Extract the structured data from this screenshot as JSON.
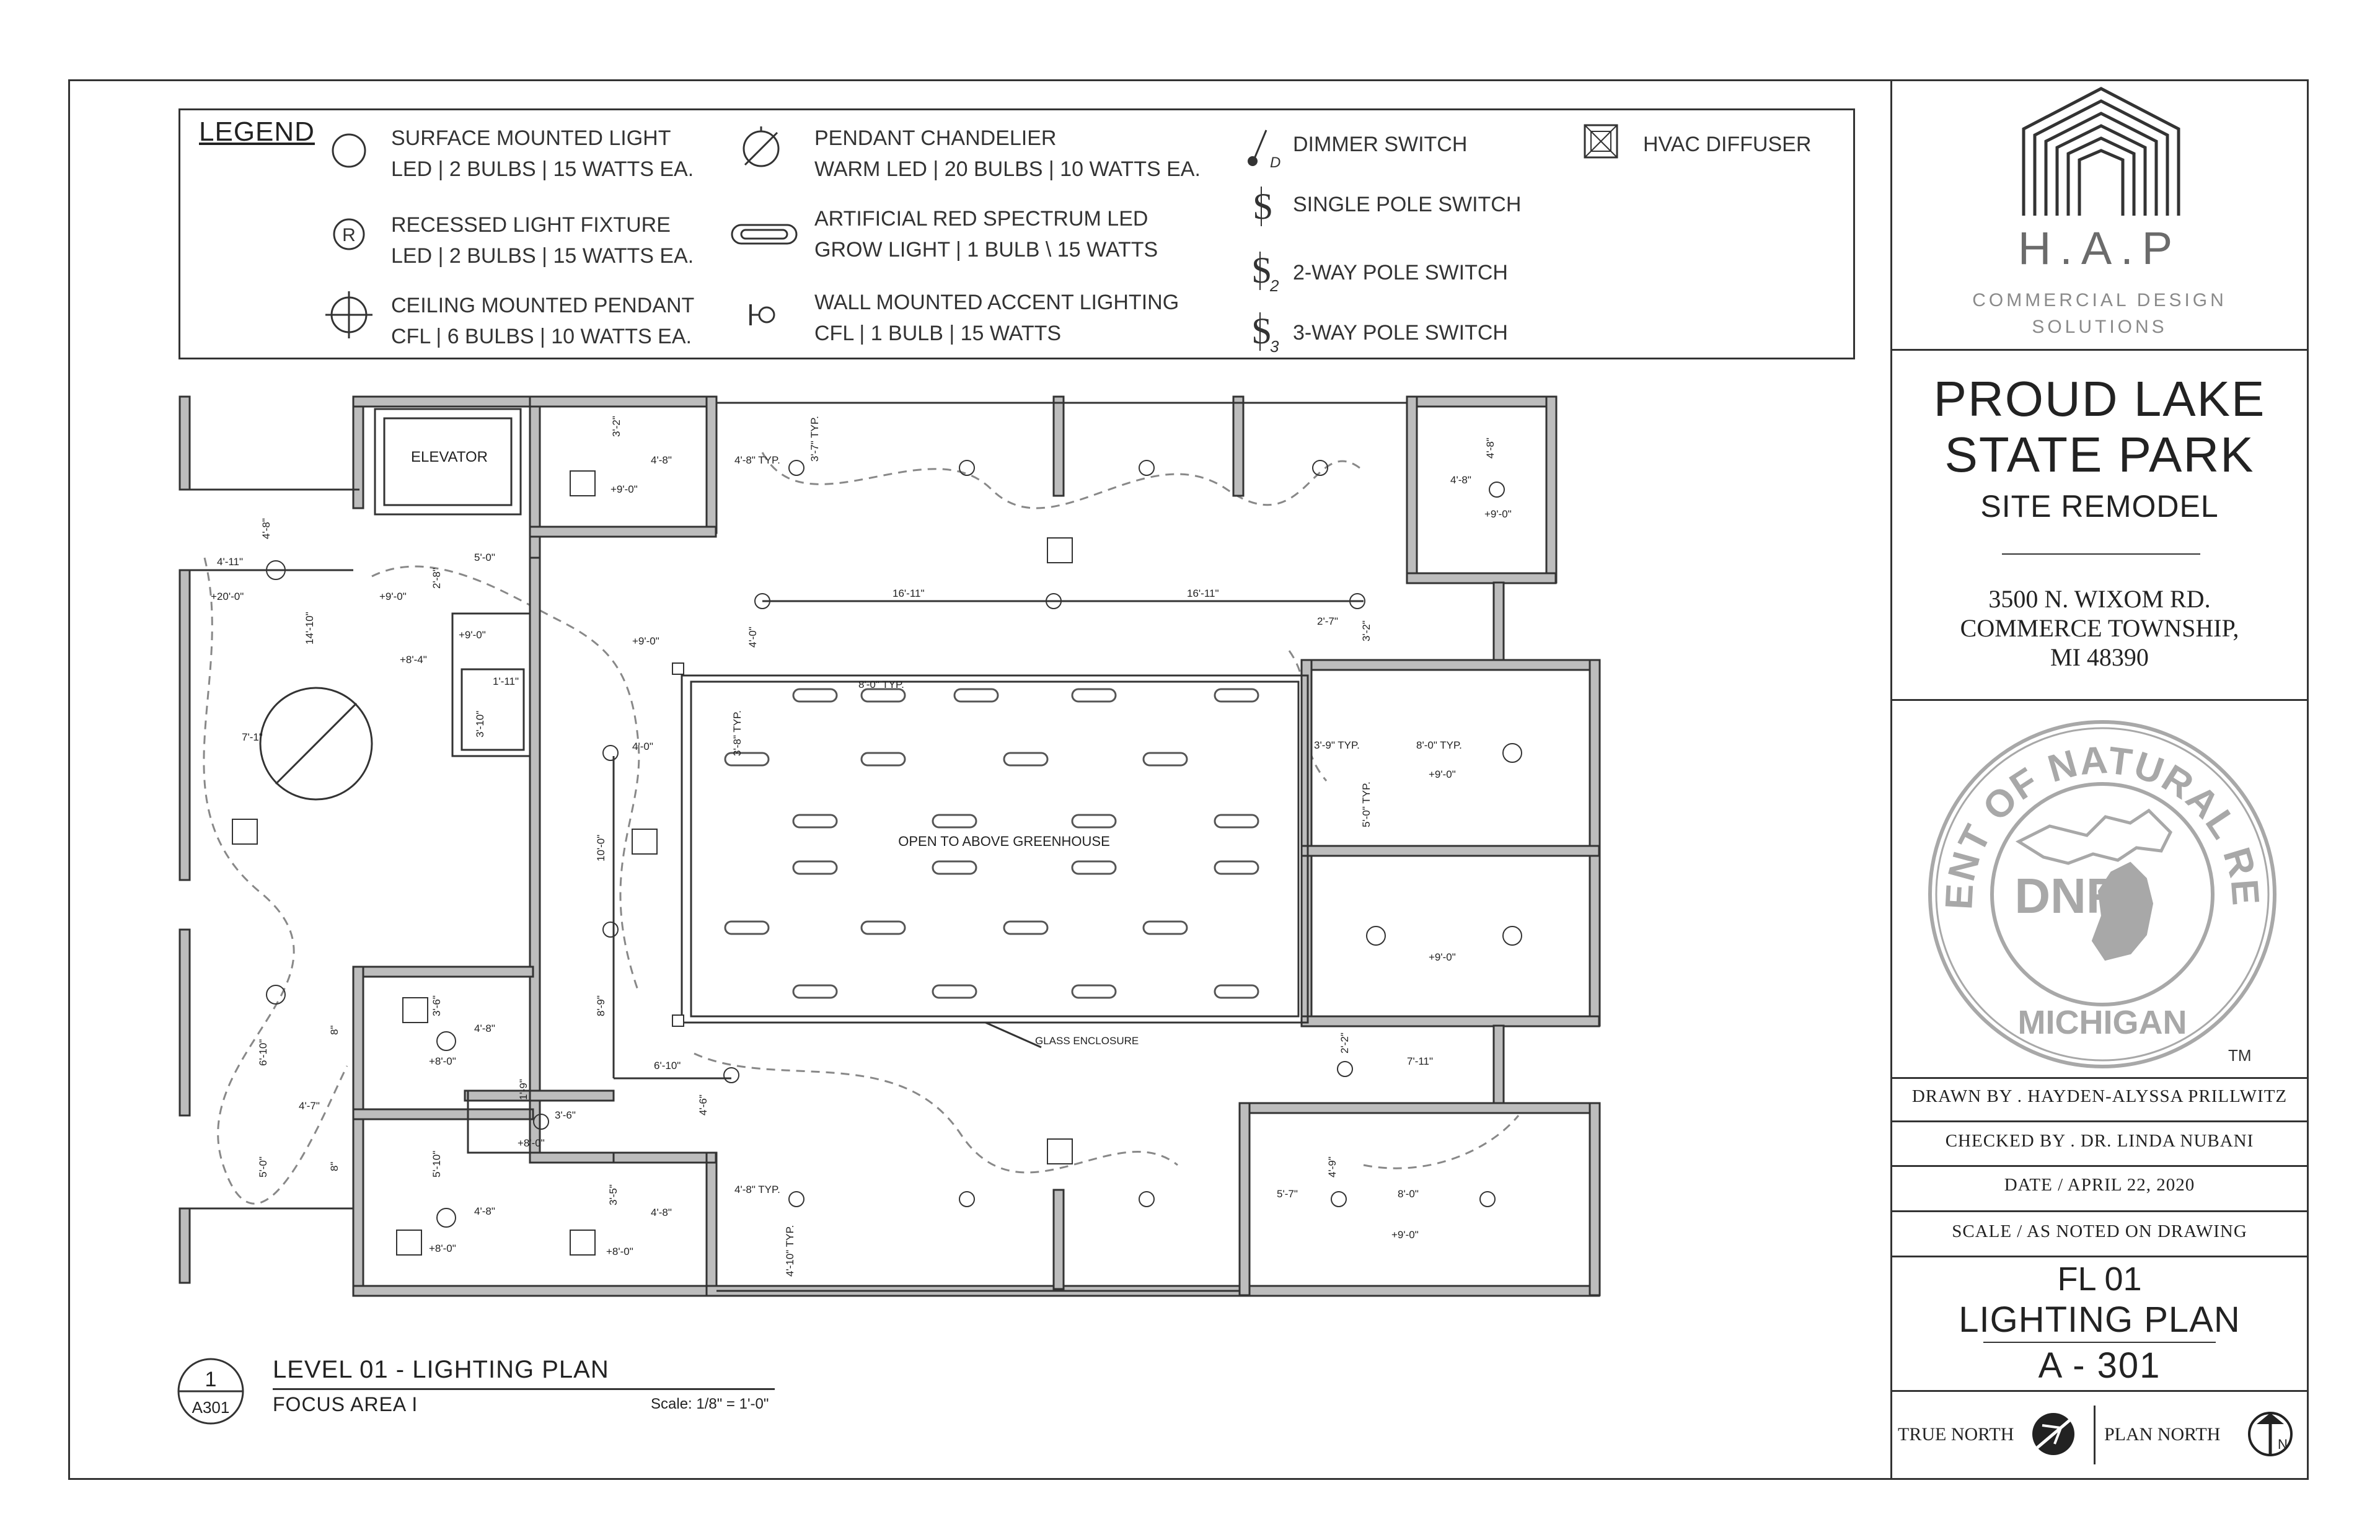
{
  "legend": {
    "title": "LEGEND",
    "items": [
      {
        "icon": "surface-mounted-light-icon",
        "line1": "SURFACE MOUNTED LIGHT",
        "line2": " LED | 2 BULBS | 15 WATTS EA."
      },
      {
        "icon": "recessed-light-icon",
        "line1": "RECESSED LIGHT FIXTURE",
        "line2": "LED | 2 BULBS | 15 WATTS EA."
      },
      {
        "icon": "ceiling-pendant-icon",
        "line1": "CEILING MOUNTED PENDANT",
        "line2": "CFL | 6 BULBS | 10 WATTS EA."
      },
      {
        "icon": "pendant-chandelier-icon",
        "line1": "PENDANT CHANDELIER",
        "line2": "WARM LED | 20 BULBS | 10 WATTS EA."
      },
      {
        "icon": "grow-light-icon",
        "line1": "ARTIFICIAL RED SPECTRUM LED",
        "line2": "GROW LIGHT  |  1 BULB \\ 15 WATTS"
      },
      {
        "icon": "wall-accent-light-icon",
        "line1": "WALL MOUNTED ACCENT LIGHTING",
        "line2": "CFL | 1 BULB | 15 WATTS"
      },
      {
        "icon": "dimmer-switch-icon",
        "line1": "DIMMER SWITCH"
      },
      {
        "icon": "single-pole-switch-icon",
        "line1": "SINGLE POLE SWITCH"
      },
      {
        "icon": "two-way-switch-icon",
        "line1": "2-WAY POLE SWITCH"
      },
      {
        "icon": "three-way-switch-icon",
        "line1": "3-WAY POLE SWITCH"
      },
      {
        "icon": "hvac-diffuser-icon",
        "line1": "HVAC DIFFUSER"
      }
    ],
    "symbol_letters": {
      "recessed": "R",
      "dimmer": "D",
      "two_way": "2",
      "three_way": "3",
      "switch": "S"
    }
  },
  "title_block": {
    "logo_letters": "H.A.P",
    "logo_sub1": "COMMERCIAL DESIGN",
    "logo_sub2": "SOLUTIONS",
    "project_line1": "PROUD LAKE",
    "project_line2": "STATE PARK",
    "project_line3": "SITE REMODEL",
    "address1": "3500 N. WIXOM RD.",
    "address2": "COMMERCE TOWNSHIP,",
    "address3": "MI 48390",
    "seal_ring_text": "DEPARTMENT OF NATURAL RESOURCES",
    "seal_bottom": "MICHIGAN",
    "seal_center": "DNR",
    "seal_tm": "TM",
    "drawn_by": "DRAWN BY .  HAYDEN-ALYSSA PRILLWITZ",
    "checked_by": "CHECKED BY .  DR. LINDA NUBANI",
    "date": "DATE / APRIL 22, 2020",
    "scale": "SCALE / AS NOTED ON DRAWING",
    "sheet_name1": "FL 01",
    "sheet_name2": "LIGHTING PLAN",
    "sheet_number": "A - 301",
    "true_north": "TRUE NORTH",
    "plan_north": "PLAN NORTH",
    "north_letter": "N"
  },
  "plan": {
    "labels": {
      "elevator": "ELEVATOR",
      "greenhouse": "OPEN TO ABOVE GREENHOUSE",
      "glass": "GLASS ENCLOSURE"
    },
    "dims": [
      "3'-2\"",
      "4'-8\"",
      "+9'-0\"",
      "4'-8\" TYP.",
      "3'-7\" TYP.",
      "4'-8\"",
      "4'-8\"",
      "+9'-0\"",
      "4'-8\"",
      "4'-11\"",
      "+20'-0\"",
      "14'-10\"",
      "7'-1\"",
      "5'-0\"",
      "2'-8\"",
      "+9'-0\"",
      "+9'-0\"",
      "+8'-4\"",
      "1'-11\"",
      "3'-10\"",
      "+9'-0\"",
      "4'-0\"",
      "16'-11\"",
      "16'-11\"",
      "2'-7\"",
      "3'-2\"",
      "8'-0\" TYP.",
      "3'-8\" TYP.",
      "4'-0\"",
      "10'-0\"",
      "8'-9\"",
      "3'-9\" TYP.",
      "8'-0\" TYP.",
      "+9'-0\"",
      "5'-0\" TYP.",
      "+9'-0\"",
      "3'-6\"",
      "4'-8\"",
      "+8'-0\"",
      "6'-10\"",
      "8\"",
      "4'-7\"",
      "1'-9\"",
      "3'-6\"",
      "+8'-0\"",
      "6'-10\"",
      "4'-6\"",
      "2'-2\"",
      "7'-11\"",
      "5'-10\"",
      "4'-8\"",
      "+8'-0\"",
      "8\"",
      "5'-0\"",
      "3'-5\"",
      "4'-8\"",
      "+8'-0\"",
      "4'-8\" TYP.",
      "4'-10\" TYP.",
      "4'-9\"",
      "5'-7\"",
      "8'-0\"",
      "+9'-0\""
    ]
  },
  "view": {
    "number": "1",
    "sheet_ref": "A301",
    "title": "LEVEL 01 - LIGHTING PLAN",
    "subtitle": "FOCUS AREA I",
    "scale": "Scale: 1/8\" = 1'-0\""
  },
  "colors": {
    "line": "#333333",
    "wall_fill": "#bdbdbd",
    "seal": "#a8a8a8",
    "logo": "#6b6b6b"
  }
}
